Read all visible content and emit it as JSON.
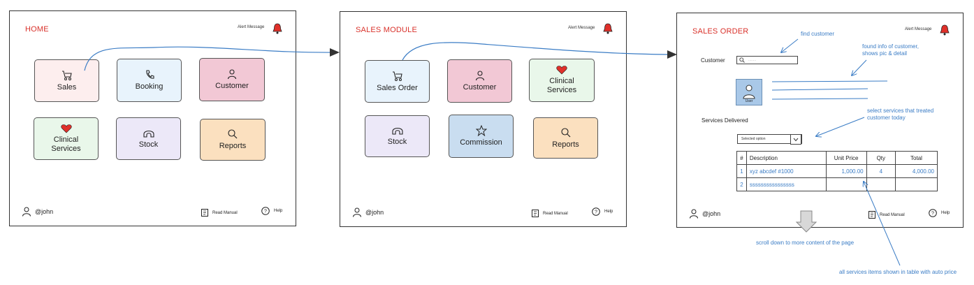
{
  "home": {
    "title": "HOME",
    "alert": "Alert Message",
    "tiles": [
      {
        "label": "Sales",
        "icon": "cart-icon",
        "color": "pink"
      },
      {
        "label": "Booking",
        "icon": "phone-icon",
        "color": "blue"
      },
      {
        "label": "Customer",
        "icon": "user-icon",
        "color": "rose"
      },
      {
        "label": "Clinical Services",
        "icon": "heart-icon",
        "color": "green"
      },
      {
        "label": "Stock",
        "icon": "stock-icon",
        "color": "lav"
      },
      {
        "label": "Reports",
        "icon": "search-icon",
        "color": "orange"
      }
    ],
    "user": "@john",
    "manual": "Read Manual",
    "help": "Help"
  },
  "sales_module": {
    "title": "SALES MODULE",
    "alert": "Alert Message",
    "tiles": [
      {
        "label": "Sales Order",
        "icon": "cart-icon",
        "color": "blue"
      },
      {
        "label": "Customer",
        "icon": "user-icon",
        "color": "rose"
      },
      {
        "label": "Clinical Services",
        "icon": "heart-icon",
        "color": "green"
      },
      {
        "label": "Stock",
        "icon": "stock-icon",
        "color": "lav"
      },
      {
        "label": "Commission",
        "icon": "star-icon",
        "color": "bluedeep"
      },
      {
        "label": "Reports",
        "icon": "search-icon",
        "color": "orange"
      }
    ],
    "user": "@john",
    "manual": "Read Manual",
    "help": "Help"
  },
  "sales_order": {
    "title": "SALES ORDER",
    "alert": "Alert Message",
    "customer_label": "Customer",
    "search_placeholder": "........",
    "avatar_label": "User",
    "services_label": "Services Delivered",
    "select_value": "Selected option",
    "table": {
      "headers": [
        "#",
        "Description",
        "Unit Price",
        "Qty",
        "Total"
      ],
      "rows": [
        [
          "1",
          "xyz abcdef #1000",
          "1,000.00",
          "4",
          "4,000.00"
        ],
        [
          "2",
          "ssssssssssssssss",
          "",
          "",
          ""
        ]
      ]
    },
    "user": "@john",
    "manual": "Read Manual",
    "help": "Help"
  },
  "annotations": {
    "find_customer": "find customer",
    "found_info": "found info of customer, shows pic & detail",
    "select_services": "select services that treated customer today",
    "scroll_down": "scroll down to more content of the page",
    "all_services": "all services items shown in table with auto price"
  },
  "colors": {
    "title_red": "#d9322b",
    "annotation_blue": "#3a7cc5",
    "bell_red": "#e0302a"
  }
}
